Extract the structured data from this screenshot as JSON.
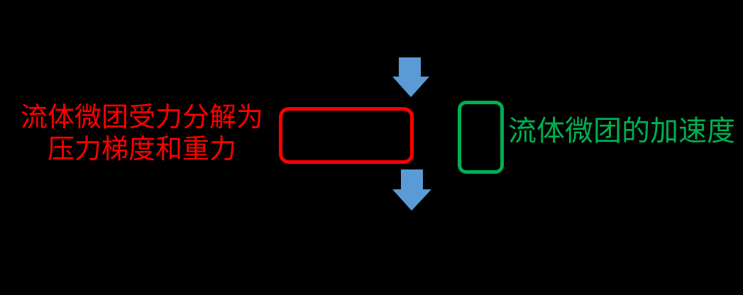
{
  "colors": {
    "background": "#000000",
    "red": "#ff0000",
    "green": "#00b050",
    "blue": "#5b9bd5"
  },
  "annotations": {
    "forces_label": {
      "line1": "流体微团受力分解为",
      "line2": "压力梯度和重力"
    },
    "acceleration_label": "流体微团的加速度"
  },
  "icons": {
    "top_arrow": "down-arrow",
    "bottom_arrow": "down-arrow"
  }
}
